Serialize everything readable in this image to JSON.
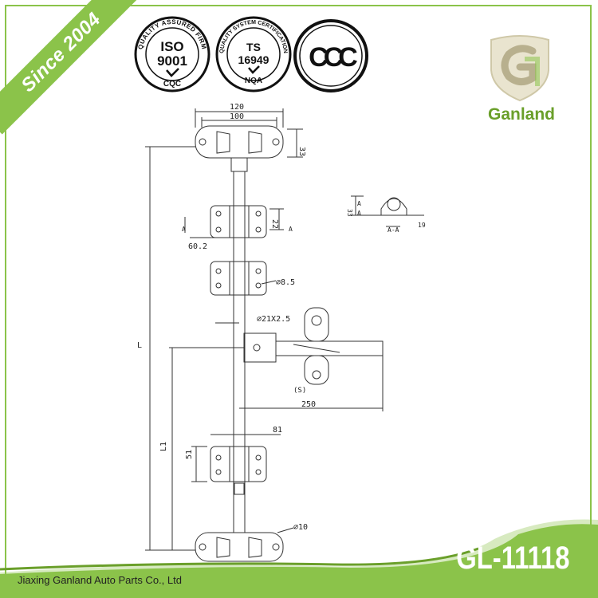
{
  "banner": {
    "text": "Since 2004"
  },
  "certifications": {
    "iso": {
      "arc": "QUALITY ASSURED FIRM",
      "line1": "ISO",
      "line2": "9001",
      "line3": "CQC"
    },
    "ts": {
      "arc": "QUALITY SYSTEM CERTIFICATION",
      "line1": "TS",
      "line2": "16949",
      "line3": "NQA"
    },
    "ccc": {
      "text": "CCC"
    }
  },
  "brand": {
    "name": "Ganland",
    "accent": "#8bc34a"
  },
  "drawing": {
    "dims": {
      "w120": "120",
      "w100": "100",
      "h33": "33",
      "h22": "22",
      "w60_2": "60.2",
      "d8_5": "⌀8.5",
      "d21": "⌀21X2.5",
      "w250": "250",
      "w81": "81",
      "h51": "51",
      "d10": "⌀10",
      "L": "L",
      "L1": "L1",
      "S": "(S)"
    },
    "section": {
      "h33": "33",
      "aTop": "A",
      "aBot": "A",
      "label": "A-A",
      "w19": "19"
    },
    "marks": {
      "aLeft": "A",
      "aRight": "A"
    }
  },
  "footer": {
    "model": "GL-11118",
    "company": "Jiaxing Ganland Auto Parts Co., Ltd"
  }
}
